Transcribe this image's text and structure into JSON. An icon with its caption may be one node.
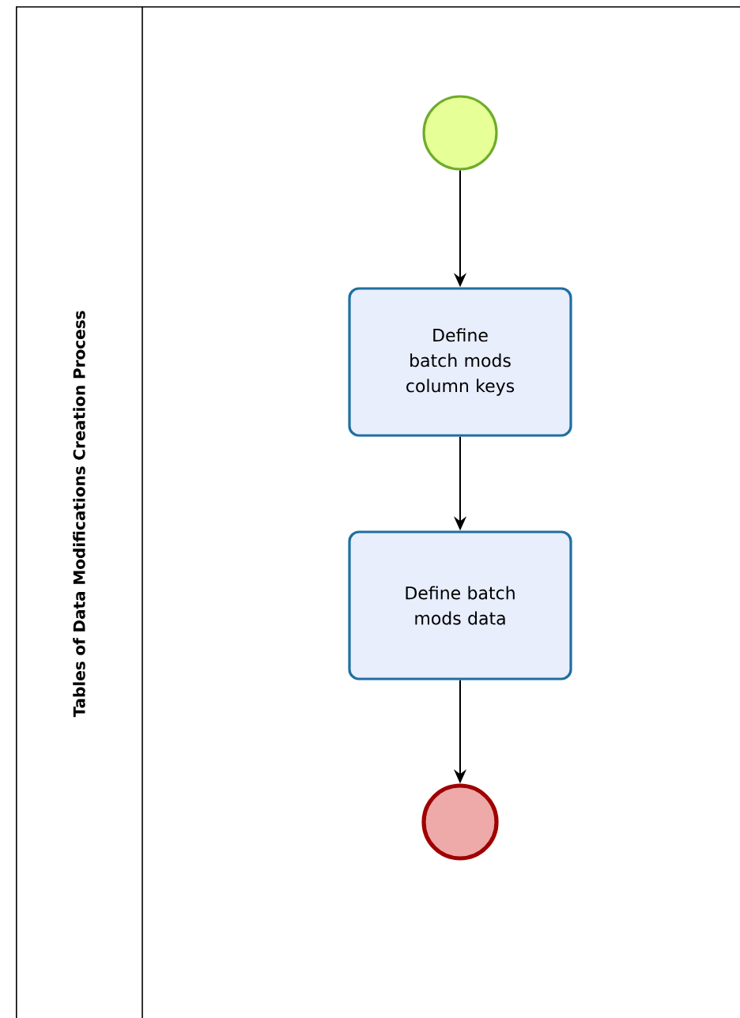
{
  "diagram": {
    "nodes": [
      {
        "text": [
          "Tables of Data Modifications Creation Process"
        ]
      },
      {
        "text": [],
        "shape": "circle",
        "in": 0
      },
      {
        "text": [
          "Define batch mods column keys"
        ],
        "in": 0
      },
      {
        "text": [
          "Define batch mods data"
        ],
        "in": 0
      },
      {
        "text": [],
        "shape": "circle",
        "in": 0
      }
    ],
    "edges": [
      {
        "from": 1,
        "to": 2,
        "arrow": "to"
      },
      {
        "from": 2,
        "to": 3,
        "arrow": "to"
      },
      {
        "from": 3,
        "to": 4,
        "arrow": "to"
      }
    ]
  }
}
